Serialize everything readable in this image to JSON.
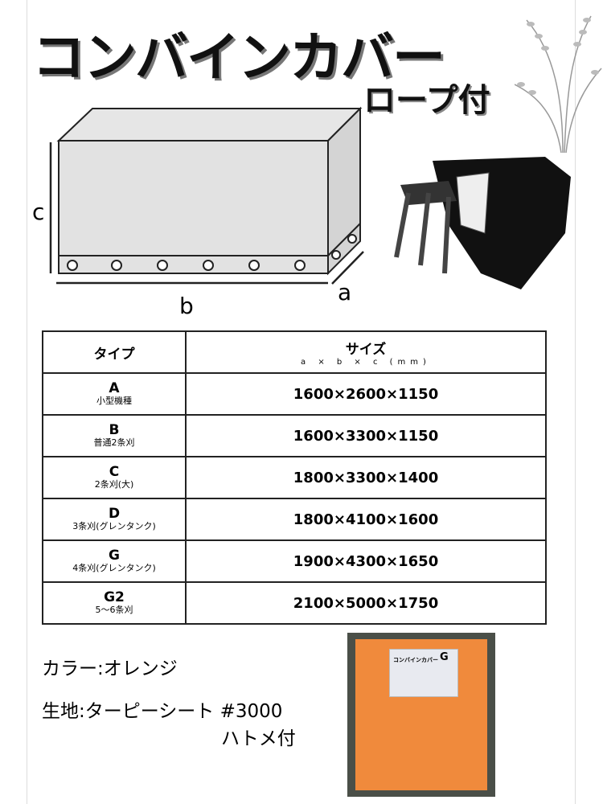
{
  "title": "コンバインカバー",
  "subtitle": "ロープ付",
  "diagram": {
    "labels": {
      "a": "a",
      "b": "b",
      "c": "c"
    }
  },
  "table": {
    "header": {
      "type": "タイプ",
      "size": "サイズ",
      "size_units": "a × b × c (mm)"
    },
    "rows": [
      {
        "type": "A",
        "note": "小型機種",
        "size": "1600×2600×1150"
      },
      {
        "type": "B",
        "note": "普通2条刈",
        "size": "1600×3300×1150"
      },
      {
        "type": "C",
        "note": "2条刈(大)",
        "size": "1800×3300×1400"
      },
      {
        "type": "D",
        "note": "3条刈(グレンタンク)",
        "size": "1800×4100×1600"
      },
      {
        "type": "G",
        "note": "4条刈(グレンタンク)",
        "size": "1900×4300×1650"
      },
      {
        "type": "G2",
        "note": "5〜6条刈",
        "size": "2100×5000×1750"
      }
    ]
  },
  "color_line": "カラー:オレンジ",
  "material_line": "生地:ターピーシート #3000",
  "grommet_line": "ハトメ付",
  "photo": {
    "label_title": "コンバインカバー",
    "label_type": "G",
    "cover_color": "#f08a3c"
  }
}
